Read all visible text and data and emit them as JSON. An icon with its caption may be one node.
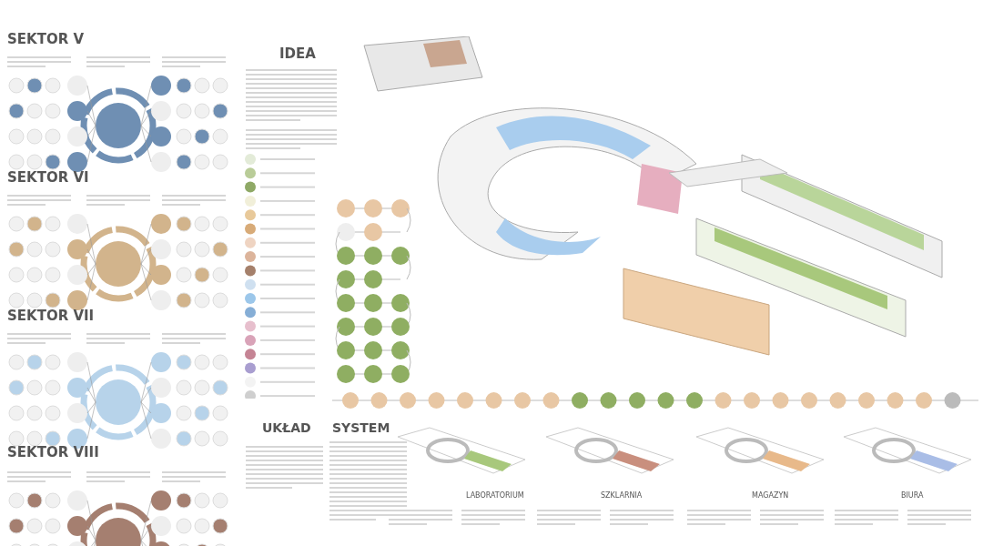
{
  "diagram": {
    "labels": [
      "SEKTOR V",
      "SEKTOR VI",
      "SEKTOR VII",
      "SEKTOR VIII",
      "IDEA",
      "UKŁAD",
      "SYSTEM",
      "LABORATORIUM",
      "SZKLARNIA",
      "MAGAZYN",
      "BIURA"
    ]
  }
}
